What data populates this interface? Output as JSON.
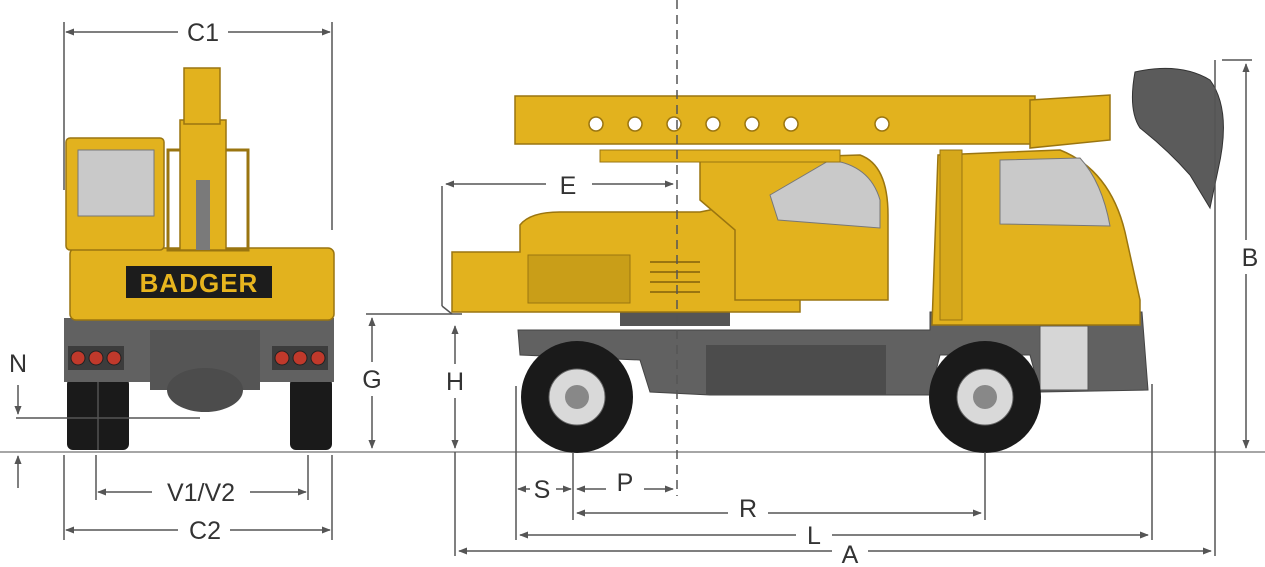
{
  "logo": "BADGER",
  "colors": {
    "body": "#e2b21e",
    "body_dark": "#b98e12",
    "chassis": "#616161",
    "dim_line": "#555555",
    "glass": "#c9c9c9",
    "bucket": "#5b5b5b"
  },
  "front_view": {
    "top_width_label": "C1",
    "bottom_width_label": "C2",
    "track_width_label": "V1/V2",
    "ground_clearance_label": "N"
  },
  "side_view": {
    "overall_length_label": "A",
    "overall_height_label": "B",
    "counterweight_radius_label": "E",
    "counterweight_clearance_label": "G",
    "chassis_height_label": "H",
    "front_overhang_label": "S",
    "axle_to_center_label": "P",
    "wheelbase_label": "R",
    "carrier_length_label": "L"
  }
}
